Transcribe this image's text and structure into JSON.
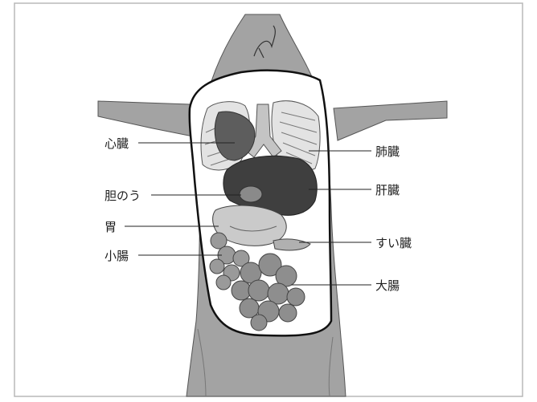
{
  "labels": {
    "heart": "心臓",
    "gallbladder": "胆のう",
    "stomach": "胃",
    "small_intestine": "小腸",
    "lung": "肺臓",
    "liver": "肝臓",
    "pancreas": "すい臓",
    "large_intestine": "大腸"
  },
  "colors": {
    "body_fill": "#a3a3a3",
    "cavity_fill": "#ffffff",
    "lung_fill": "#e3e3e3",
    "heart_fill": "#5d5d5d",
    "liver_fill": "#3f3f3f",
    "stomach_fill": "#cacaca",
    "intestine_fill": "#8e8e8e",
    "outline": "#222222",
    "frame": "#b8b8b8"
  }
}
